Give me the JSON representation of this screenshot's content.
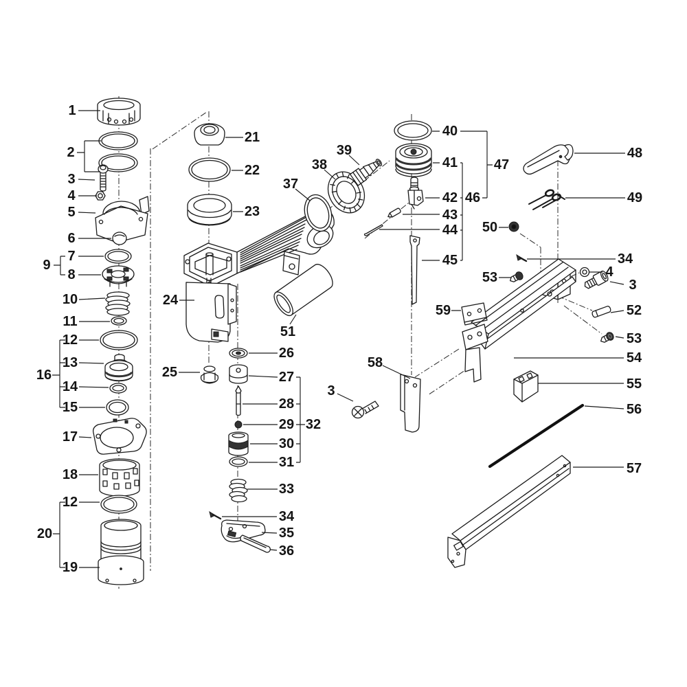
{
  "diagram": {
    "kind": "exploded-parts-diagram",
    "background_color": "#ffffff",
    "line_color": "#1a1a1a"
  },
  "callouts": {
    "c1": "1",
    "c2": "2",
    "c3": "3",
    "c4": "4",
    "c5": "5",
    "c6": "6",
    "c7": "7",
    "c8": "8",
    "c9": "9",
    "c10": "10",
    "c11": "11",
    "c12": "12",
    "c13": "13",
    "c14": "14",
    "c15": "15",
    "c16": "16",
    "c17": "17",
    "c18": "18",
    "c12b": "12",
    "c19": "19",
    "c20": "20",
    "c21": "21",
    "c22": "22",
    "c23": "23",
    "c24": "24",
    "c25": "25",
    "c26": "26",
    "c27": "27",
    "c28": "28",
    "c29": "29",
    "c30": "30",
    "c31": "31",
    "c32": "32",
    "c33": "33",
    "c34a": "34",
    "c35": "35",
    "c36": "36",
    "c37": "37",
    "c38": "38",
    "c39": "39",
    "c40": "40",
    "c41": "41",
    "c42": "42",
    "c43": "43",
    "c44": "44",
    "c45": "45",
    "c46": "46",
    "c47": "47",
    "c48": "48",
    "c49": "49",
    "c50": "50",
    "c51": "51",
    "c52": "52",
    "c53a": "53",
    "c53b": "53",
    "c54": "54",
    "c55": "55",
    "c56": "56",
    "c57": "57",
    "c58": "58",
    "c3b": "3",
    "c3c": "3",
    "c4b": "4",
    "c34b": "34",
    "c59": "59"
  },
  "bracket_groups": [
    {
      "label": "2",
      "includes": [
        "2",
        "2"
      ]
    },
    {
      "label": "9",
      "includes": [
        "7",
        "8"
      ]
    },
    {
      "label": "16",
      "includes": [
        "12",
        "13",
        "14",
        "15"
      ]
    },
    {
      "label": "20",
      "includes": [
        "12",
        "19"
      ]
    },
    {
      "label": "32",
      "includes": [
        "27",
        "28",
        "29",
        "30",
        "31"
      ]
    },
    {
      "label": "46",
      "includes": [
        "41",
        "42",
        "43",
        "44",
        "45"
      ]
    },
    {
      "label": "47",
      "includes": [
        "40",
        "46"
      ]
    }
  ]
}
